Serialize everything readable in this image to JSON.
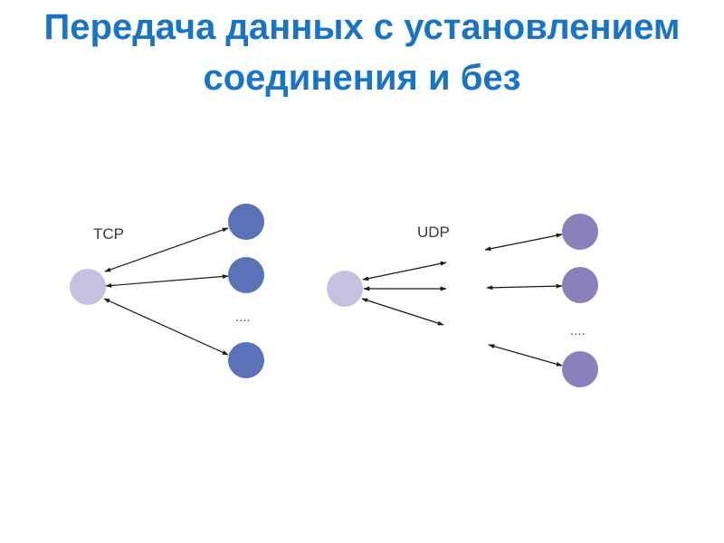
{
  "slide": {
    "title": "Передача данных с установлением соединения и без"
  },
  "diagram": {
    "tcp": {
      "label": "TCP",
      "ellipsis": "....",
      "node_colors": {
        "client": "#c7c1df",
        "server": "#5b72b8"
      }
    },
    "udp": {
      "label": "UDP",
      "ellipsis": "....",
      "node_colors": {
        "client": "#c7c1df",
        "server": "#8c80ba"
      }
    }
  }
}
